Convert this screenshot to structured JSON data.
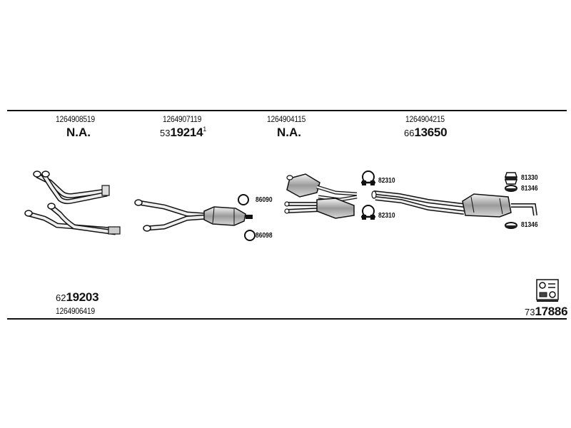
{
  "columns": [
    {
      "oem": "1264908519",
      "pre": "",
      "num": "N.A.",
      "sup": ""
    },
    {
      "oem": "1264907119",
      "pre": "53",
      "num": "19214",
      "sup": "1"
    },
    {
      "oem": "1264904115",
      "pre": "",
      "num": "N.A.",
      "sup": ""
    },
    {
      "oem": "1264904215",
      "pre": "66",
      "num": "13650",
      "sup": ""
    }
  ],
  "parts": {
    "ring_top": "86090",
    "ring_bottom": "86098",
    "clamp_top": "82310",
    "clamp_bottom": "82310",
    "hanger_block": "81330",
    "hanger_ring_top": "81346",
    "hanger_ring_bottom": "81346"
  },
  "bottom_left": {
    "pre": "62",
    "num": "19203",
    "oem": "1264906419"
  },
  "bottom_right": {
    "pre": "73",
    "num": "17886"
  },
  "icons": [
    "downpipe-icon",
    "y-pipe-catalyst-icon",
    "front-silencer-icon",
    "rear-silencer-icon",
    "ring-icon",
    "clamp-icon",
    "hanger-icon",
    "mounting-kit-icon"
  ]
}
